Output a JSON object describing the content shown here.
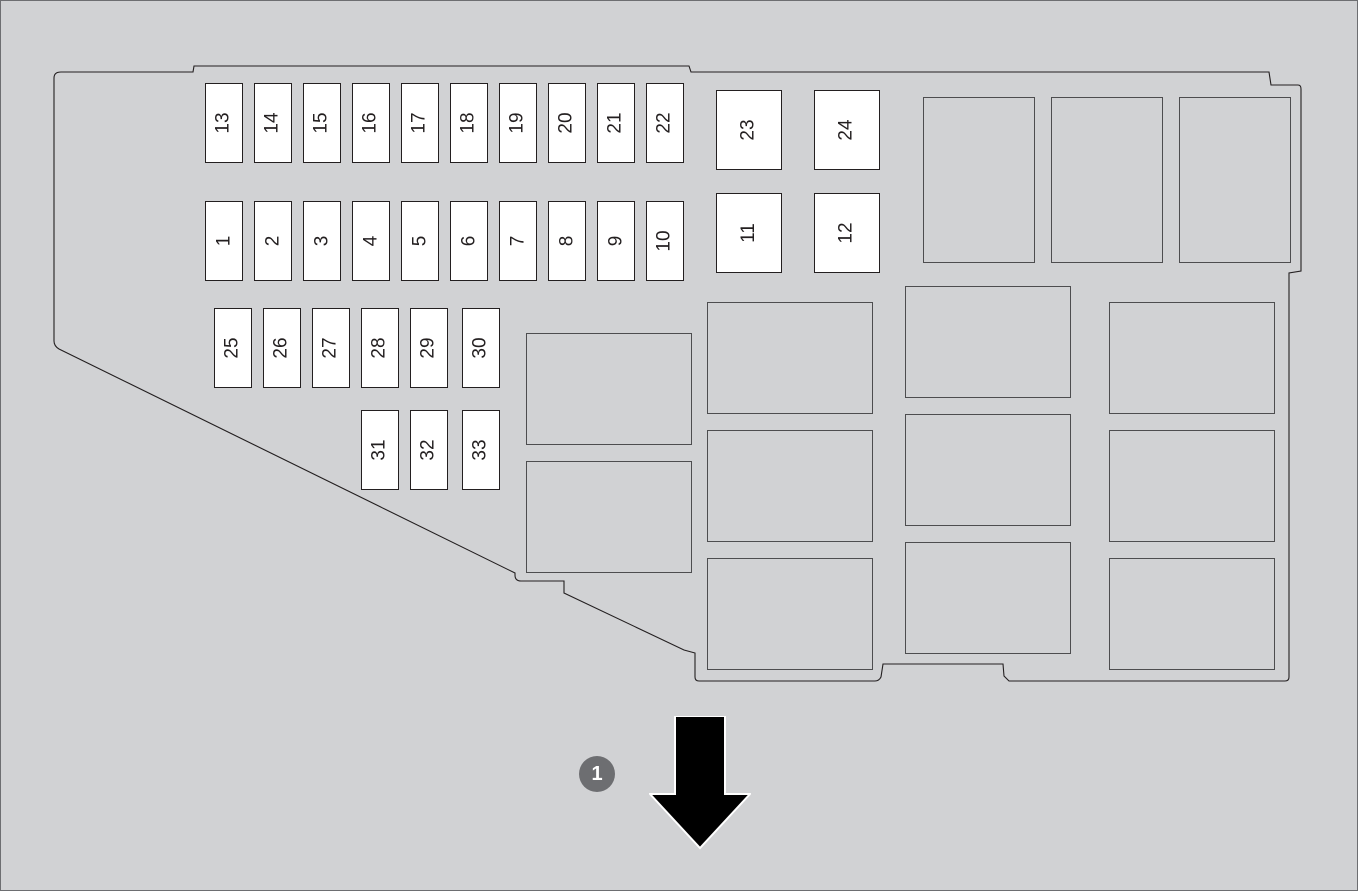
{
  "fuses": [
    "1",
    "2",
    "3",
    "4",
    "5",
    "6",
    "7",
    "8",
    "9",
    "10",
    "11",
    "12",
    "13",
    "14",
    "15",
    "16",
    "17",
    "18",
    "19",
    "20",
    "21",
    "22",
    "23",
    "24",
    "25",
    "26",
    "27",
    "28",
    "29",
    "30",
    "31",
    "32",
    "33"
  ],
  "callout": {
    "label": "1"
  },
  "colors": {
    "background": "#d1d2d4",
    "fuse_fill": "#ffffff",
    "line": "#231f20",
    "callout_fill": "#6d6e71",
    "arrow": "#000000"
  },
  "icons": {
    "direction": "down-arrow-icon"
  }
}
